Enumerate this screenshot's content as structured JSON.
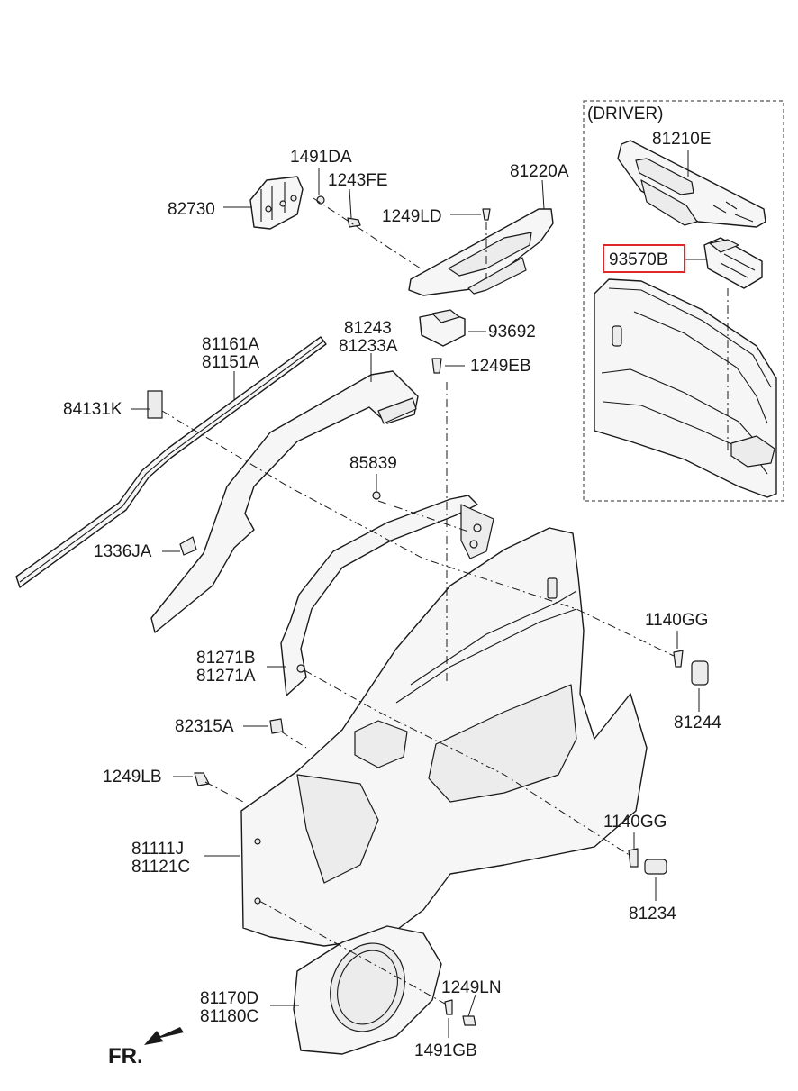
{
  "diagram": {
    "group_label": "(DRIVER)",
    "direction_label": "FR.",
    "highlight_color": "#e0282a",
    "parts": [
      {
        "id": "p1491DA",
        "code": "1491DA"
      },
      {
        "id": "p1243FE",
        "code": "1243FE"
      },
      {
        "id": "p82730",
        "code": "82730"
      },
      {
        "id": "p81220A",
        "code": "81220A"
      },
      {
        "id": "p1249LD",
        "code": "1249LD"
      },
      {
        "id": "p81210E",
        "code": "81210E"
      },
      {
        "id": "p93570B",
        "code": "93570B",
        "highlighted": true
      },
      {
        "id": "p81243",
        "code": "81243"
      },
      {
        "id": "p81233A",
        "code": "81233A"
      },
      {
        "id": "p81161A",
        "code": "81161A"
      },
      {
        "id": "p81151A",
        "code": "81151A"
      },
      {
        "id": "p93692",
        "code": "93692"
      },
      {
        "id": "p1249EB",
        "code": "1249EB"
      },
      {
        "id": "p84131K",
        "code": "84131K"
      },
      {
        "id": "p85839",
        "code": "85839"
      },
      {
        "id": "p1336JA",
        "code": "1336JA"
      },
      {
        "id": "p1140GG_a",
        "code": "1140GG"
      },
      {
        "id": "p81271B",
        "code": "81271B"
      },
      {
        "id": "p81271A",
        "code": "81271A"
      },
      {
        "id": "p81244",
        "code": "81244"
      },
      {
        "id": "p82315A",
        "code": "82315A"
      },
      {
        "id": "p1249LB",
        "code": "1249LB"
      },
      {
        "id": "p1140GG_b",
        "code": "1140GG"
      },
      {
        "id": "p81111J",
        "code": "81111J"
      },
      {
        "id": "p81121C",
        "code": "81121C"
      },
      {
        "id": "p81234",
        "code": "81234"
      },
      {
        "id": "p1249LN",
        "code": "1249LN"
      },
      {
        "id": "p81170D",
        "code": "81170D"
      },
      {
        "id": "p81180C",
        "code": "81180C"
      },
      {
        "id": "p1491GB",
        "code": "1491GB"
      }
    ]
  }
}
